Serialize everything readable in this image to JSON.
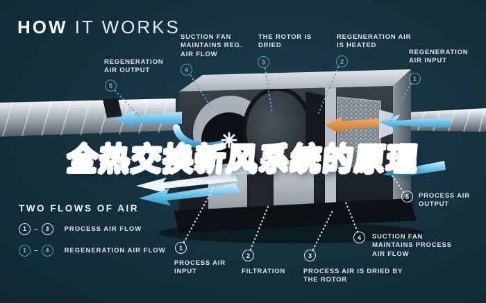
{
  "header": {
    "title_bold": "HOW",
    "title_light": " IT WORKS"
  },
  "overlay": {
    "chinese_title": "全热交换新风系统的原理"
  },
  "legend": {
    "heading": "TWO FLOWS OF AIR",
    "rows": [
      {
        "from": "1",
        "dash": "–",
        "to": "3",
        "label": "PROCESS AIR FLOW",
        "type": "process"
      },
      {
        "from": "1",
        "dash": "–",
        "to": "4",
        "label": "REGENERATION AIR FLOW",
        "type": "regeneration"
      }
    ]
  },
  "callouts": {
    "regeneration": [
      {
        "num": "5",
        "label": "REGENERATION AIR OUTPUT"
      },
      {
        "num": "4",
        "label": "SUCTION FAN MAINTAINS REG. AIR FLOW"
      },
      {
        "num": "3",
        "label": "THE ROTOR IS DRIED"
      },
      {
        "num": "2",
        "label": "REGENERATION AIR IS HEATED"
      },
      {
        "num": "1",
        "label": "REGENERATION AIR INPUT"
      }
    ],
    "process": [
      {
        "num": "1",
        "label": "PROCESS AIR INPUT"
      },
      {
        "num": "2",
        "label": "FILTRATION"
      },
      {
        "num": "3",
        "label": "PROCESS AIR IS DRIED BY THE ROTOR"
      },
      {
        "num": "4",
        "label": "SUCTION FAN MAINTAINS PROCESS AIR FLOW"
      },
      {
        "num": "5",
        "label": "PROCESS AIR OUTPUT"
      }
    ]
  },
  "icons": {
    "fan": "fan-blades-icon",
    "left_duct": "spiral-duct",
    "right_duct": "spiral-duct",
    "rotor": "desiccant-rotor",
    "heater": "heater-element"
  },
  "colors": {
    "background": "#16323f",
    "teal_accent": "#3fa9c9",
    "gold_number": "#c9a368",
    "label_text": "#dde5ea",
    "chinese_blue": "#1f9ae0",
    "heater_orange": "#e0883a",
    "flow_blue": "#45aede"
  }
}
